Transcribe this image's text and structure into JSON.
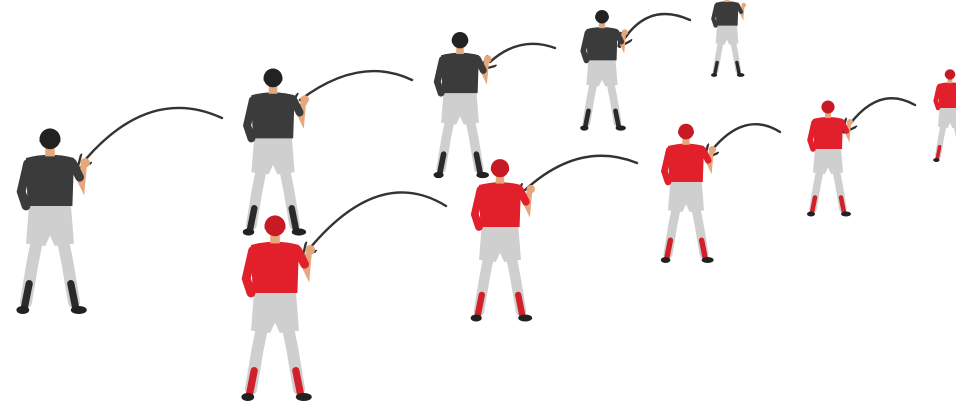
{
  "diagram": {
    "teams": [
      {
        "name": "dark-team",
        "jersey": "#3b3b3b",
        "cap": "#222222",
        "sock": "#2a2a2a"
      },
      {
        "name": "red-team",
        "jersey": "#e2202b",
        "cap": "#c81a24",
        "sock": "#d0202a"
      }
    ],
    "pants_color": "#cfcfcf",
    "skin_color": "#e7a77c",
    "arrow_color": "#333333",
    "players_per_line": 5,
    "arrows_per_line": 4
  }
}
